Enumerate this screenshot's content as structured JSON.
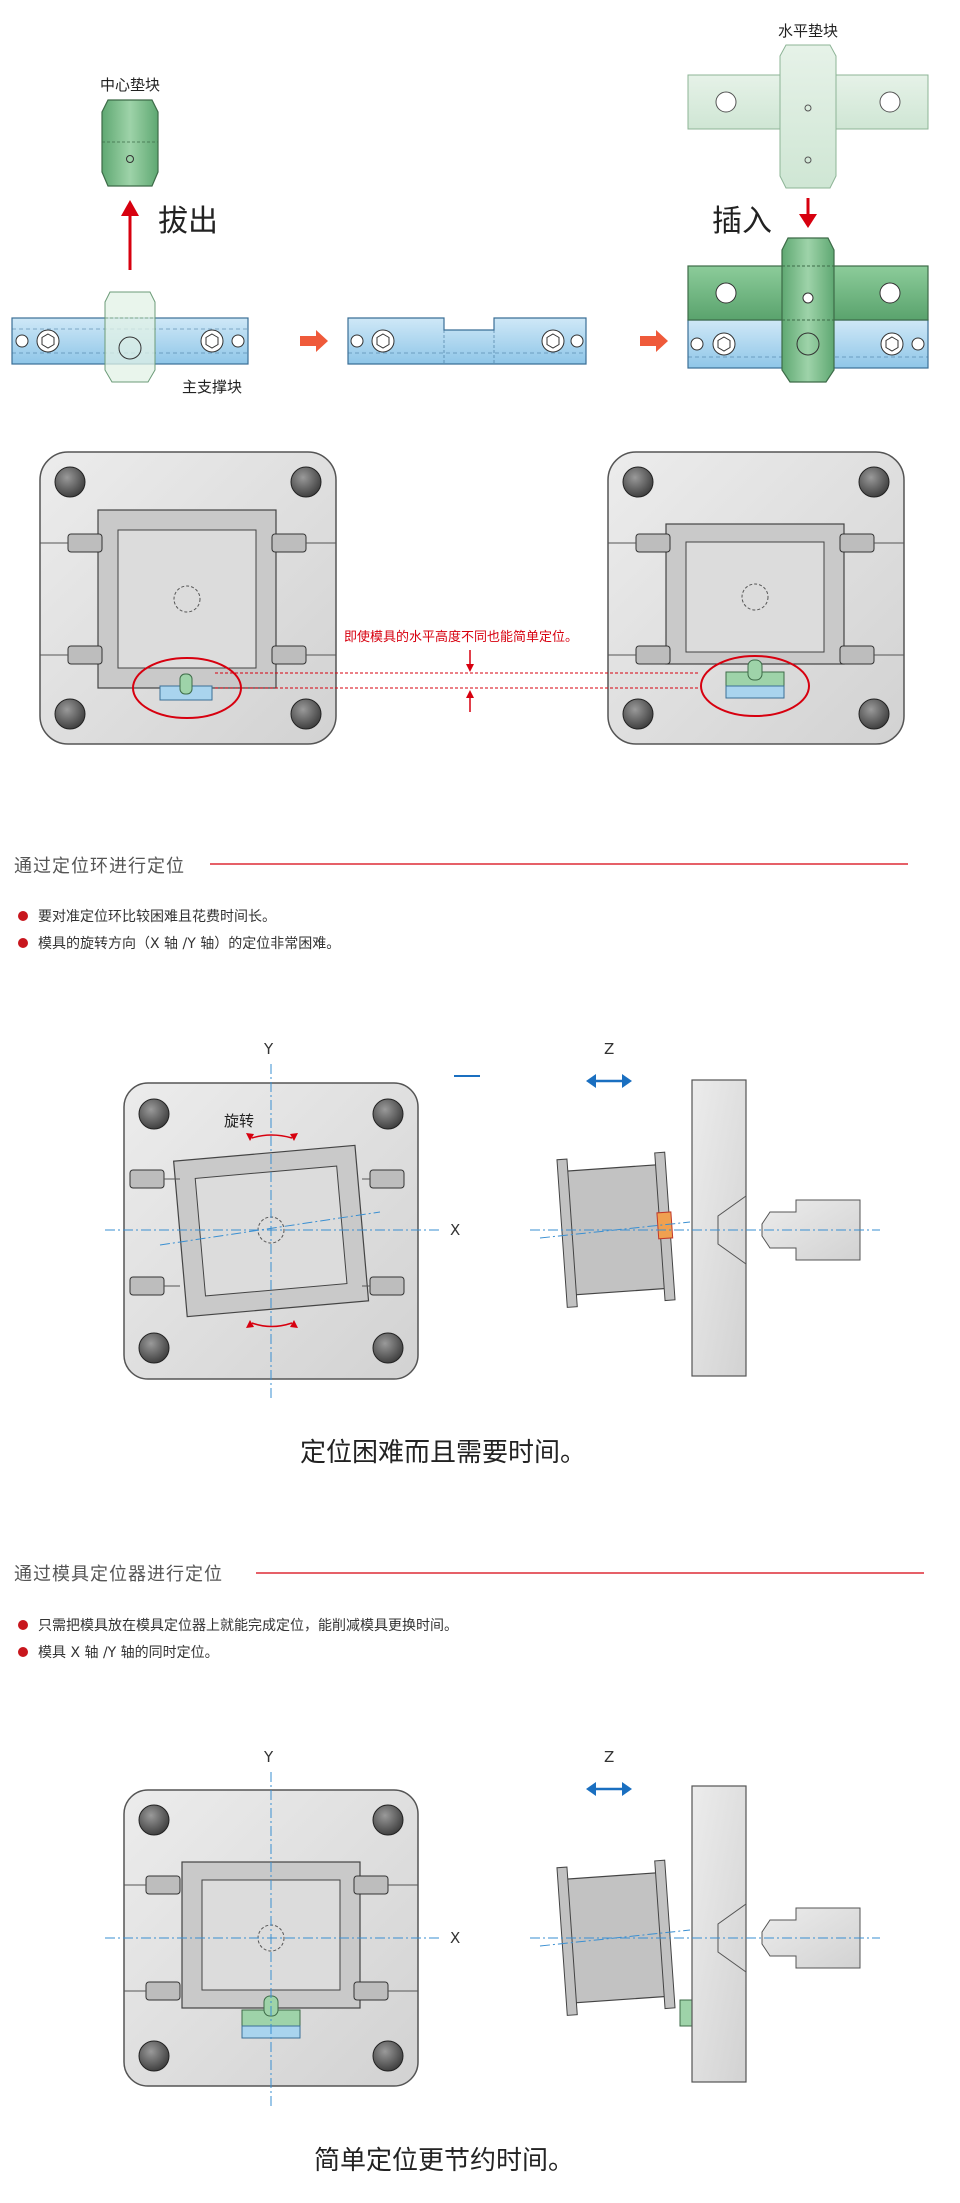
{
  "top": {
    "center_spacer_label": "中心垫块",
    "horizontal_spacer_label": "水平垫块",
    "pull_out_label": "拔出",
    "insert_label": "插入",
    "main_support_label": "主支撑块"
  },
  "height_note": "即使模具的水平高度不同也能简单定位。",
  "section1": {
    "title": "通过定位环进行定位",
    "bullets": [
      "要对准定位环比较困难且花费时间长。",
      "模具的旋转方向（X 轴 /Y 轴）的定位非常困难。"
    ],
    "axis_y": "Y",
    "axis_x": "X",
    "axis_z": "Z",
    "rotate_label": "旋转",
    "caption": "定位困难而且需要时间。"
  },
  "section2": {
    "title": "通过模具定位器进行定位",
    "bullets": [
      "只需把模具放在模具定位器上就能完成定位，能削减模具更换时间。",
      "模具 X 轴 /Y 轴的同时定位。"
    ],
    "axis_y": "Y",
    "axis_x": "X",
    "axis_z": "Z",
    "caption": "简单定位更节约时间。"
  },
  "colors": {
    "accent_red": "#d7000f",
    "arrow_blue": "#1a6fc0",
    "block_blue": "#a9d4ee",
    "block_green": "#7cbf8c",
    "plate_gray": "#dedede"
  }
}
